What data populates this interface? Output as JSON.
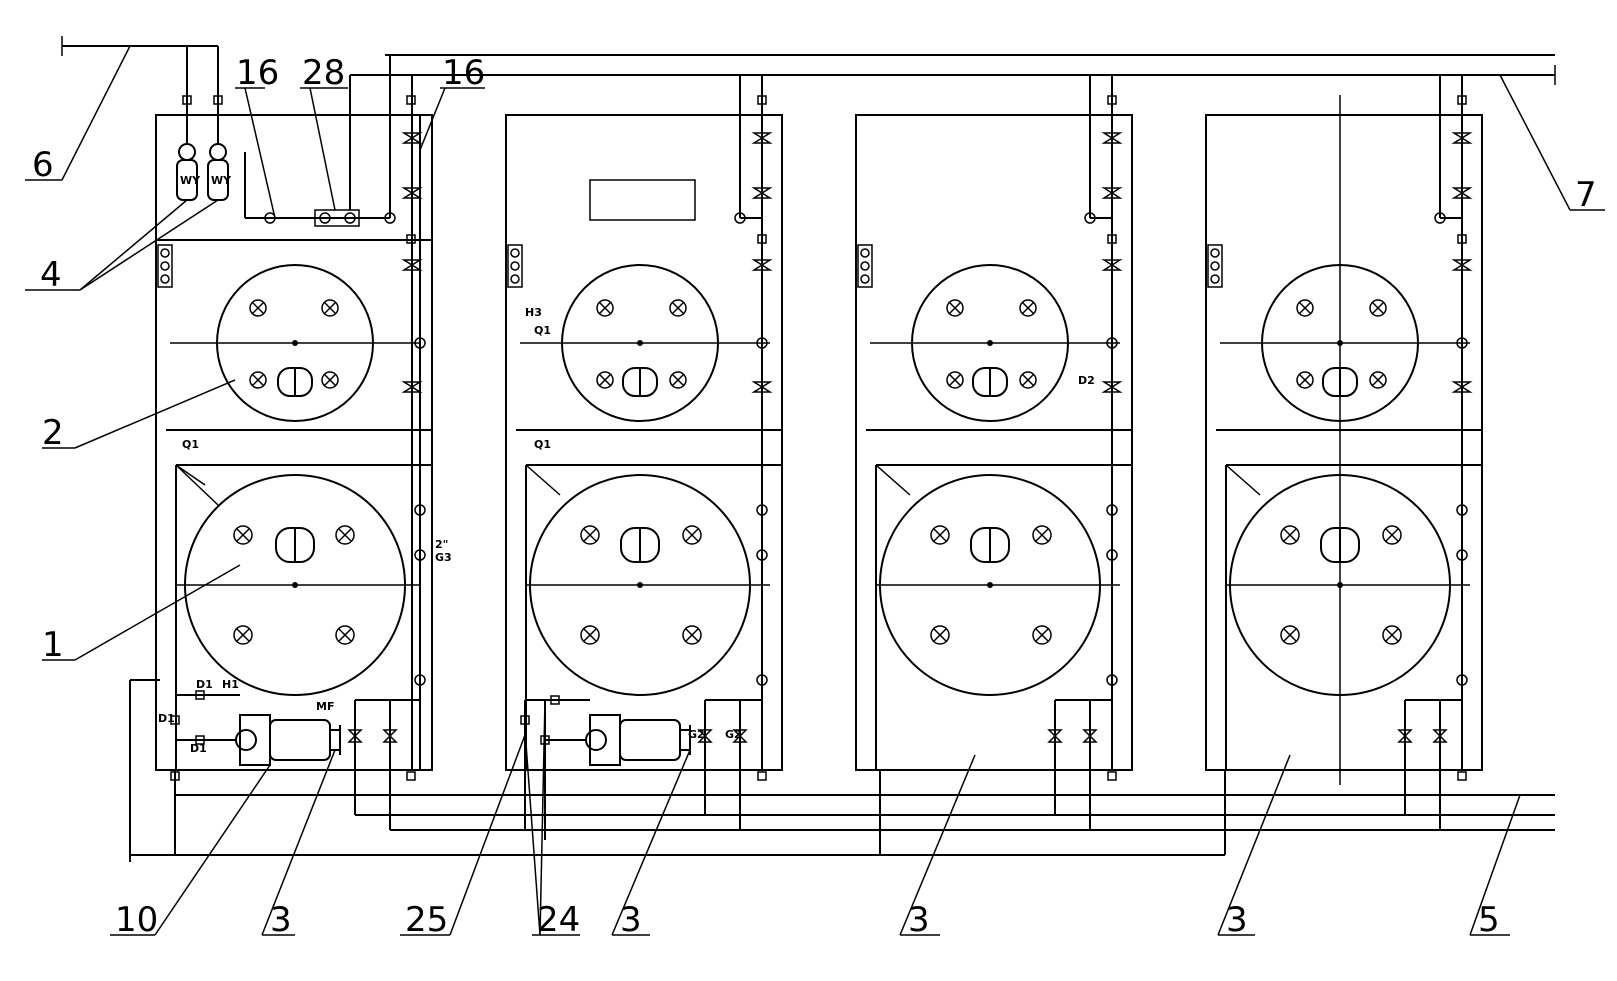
{
  "callouts": [
    {
      "id": "c6",
      "text": "6"
    },
    {
      "id": "c4",
      "text": "4"
    },
    {
      "id": "c16a",
      "text": "16"
    },
    {
      "id": "c28",
      "text": "28"
    },
    {
      "id": "c16b",
      "text": "16"
    },
    {
      "id": "c2",
      "text": "2"
    },
    {
      "id": "c1",
      "text": "1"
    },
    {
      "id": "c10",
      "text": "10"
    },
    {
      "id": "c3a",
      "text": "3"
    },
    {
      "id": "c25",
      "text": "25"
    },
    {
      "id": "c24",
      "text": "24"
    },
    {
      "id": "c3b",
      "text": "3"
    },
    {
      "id": "c3c",
      "text": "3"
    },
    {
      "id": "c3d",
      "text": "3"
    },
    {
      "id": "c5",
      "text": "5"
    },
    {
      "id": "c7",
      "text": "7"
    }
  ],
  "tags": {
    "wy1": "WY",
    "wy2": "WY",
    "q1_m1": "Q1",
    "q1_m2a": "Q1",
    "q1_m2b": "Q1",
    "h3": "H3",
    "d2": "D2",
    "size_2in": "2\"",
    "g3": "G3",
    "mf": "MF",
    "d1_top": "D1",
    "h1": "H1",
    "d1_left": "D1",
    "d1_bot": "D1",
    "g2a": "G2",
    "g2b": "G2"
  },
  "modules": 4
}
